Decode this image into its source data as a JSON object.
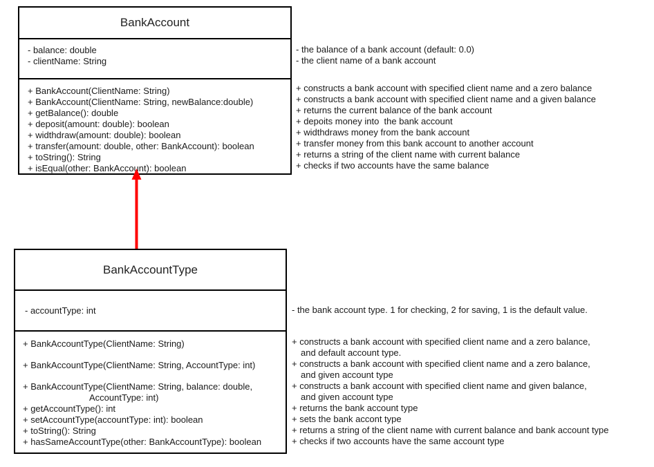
{
  "diagram": {
    "title": "BankAccount / BankAccountType UML class diagram",
    "accent_color": "#FF0000",
    "line_color": "#000000",
    "text_color": "#1a1a1a",
    "background": "#ffffff"
  },
  "classes": [
    {
      "name": "BankAccount",
      "attributes": [
        "- balance: double",
        "- clientName: String"
      ],
      "operations": [
        "+ BankAccount(ClientName: String)",
        "+ BankAccount(ClientName: String, newBalance:double)",
        "+ getBalance(): double",
        "+ deposit(amount: double): boolean",
        "+ widthdraw(amount: double): boolean",
        "+ transfer(amount: double, other: BankAccount): boolean",
        "+ toString(): String",
        "+ isEqual(other: BankAccount): boolean"
      ],
      "attribute_notes": [
        "- the balance of a bank account (default: 0.0)",
        "- the client name of a bank account"
      ],
      "operation_notes": [
        "+ constructs a bank account with specified client name and a zero balance",
        "+ constructs a bank account with specified client name and a given balance",
        "+ returns the current balance of the bank account",
        "+ depoits money into  the bank account",
        "+ widthdraws money from the bank account",
        "+ transfer money from this bank account to another account",
        "+ returns a string of the client name with current balance",
        "+ checks if two accounts have the same balance"
      ]
    },
    {
      "name": "BankAccountType",
      "attributes": [
        "- accountType: int"
      ],
      "operations": [
        "+ BankAccountType(ClientName: String)",
        "+ BankAccountType(ClientName: String, AccountType: int)",
        "+ BankAccountType(ClientName: String, balance: double,",
        "AccountType: int)",
        "+ getAccountType(): int",
        "+ setAccountType(accountType: int): boolean",
        "+ toString(): String",
        "+ hasSameAccountType(other: BankAccountType): boolean"
      ],
      "attribute_notes": [
        "- the bank account type. 1 for checking, 2 for saving, 1 is the default value."
      ],
      "operation_notes": [
        "+ constructs a bank account with specified client name and a zero balance,",
        "and default account type.",
        "+ constructs a bank account with specified client name and a zero balance,",
        "and given account type",
        "+ constructs a bank account with specified client name and given balance,",
        "and given account type",
        "+ returns the bank account type",
        "+ sets the bank accont type",
        "+ returns a string of the client name with current balance and bank account type",
        "+ checks if two accounts have the same account type"
      ]
    }
  ],
  "relationship": {
    "kind": "inheritance",
    "from": "BankAccountType",
    "to": "BankAccount",
    "color": "#FF0000"
  }
}
